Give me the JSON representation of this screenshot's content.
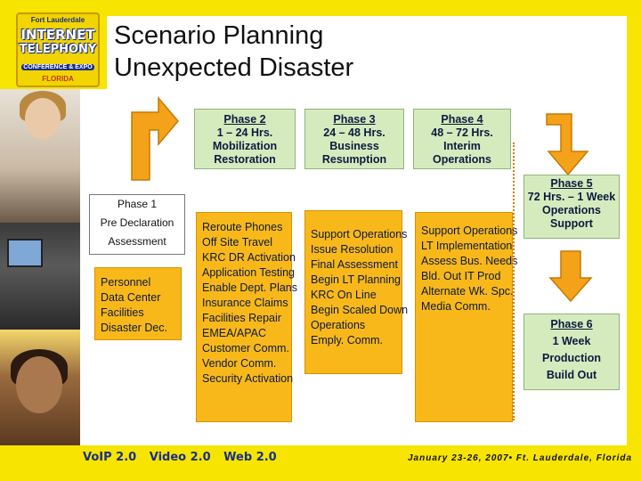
{
  "title": {
    "line1": "Scenario Planning",
    "line2": "Unexpected Disaster"
  },
  "logo": {
    "top_text": "Fort Lauderdale",
    "line1": "INTERNET",
    "line2": "TELEPHONY",
    "line3": "CONFERENCE & EXPO",
    "state": "FLORIDA"
  },
  "phase1": {
    "name": "Phase 1",
    "line2": "Pre Declaration",
    "line3": "Assessment"
  },
  "phases": [
    {
      "name": "Phase 2",
      "time": "1 – 24 Hrs.",
      "desc1": "Mobilization",
      "desc2": "Restoration"
    },
    {
      "name": "Phase 3",
      "time": "24 – 48 Hrs.",
      "desc1": "Business",
      "desc2": "Resumption"
    },
    {
      "name": "Phase 4",
      "time": "48 – 72 Hrs.",
      "desc1": "Interim",
      "desc2": "Operations"
    },
    {
      "name": "Phase 5",
      "time": "72 Hrs. – 1 Week",
      "desc1": "Operations",
      "desc2": "Support"
    },
    {
      "name": "Phase 6",
      "time": "1 Week",
      "desc1": "Production",
      "desc2": "Build Out"
    }
  ],
  "lists": {
    "phase1_tasks": [
      "Personnel",
      "Data Center",
      "Facilities",
      "Disaster Dec."
    ],
    "phase2_tasks": [
      "Reroute Phones",
      "Off Site Travel",
      "KRC DR Activation",
      "Application Testing",
      "Enable Dept. Plans",
      "Insurance Claims",
      "Facilities Repair",
      "EMEA/APAC",
      "Customer Comm.",
      "Vendor Comm.",
      "Security Activation"
    ],
    "phase3_tasks": [
      "Support Operations",
      "Issue Resolution",
      "Final Assessment",
      "Begin LT Planning",
      "KRC On Line",
      "Begin Scaled Down",
      "Operations",
      "Emply. Comm."
    ],
    "phase4_tasks": [
      "Support Operations",
      "LT Implementation",
      "Assess Bus. Needs",
      "Bld. Out IT Prod",
      "Alternate Wk. Spc.",
      "Media Comm."
    ]
  },
  "footer": {
    "tag1": "VoIP 2.0",
    "tag2": "Video 2.0",
    "tag3": "Web 2.0",
    "event": "January 23-26, 2007• Ft. Lauderdale, Florida"
  },
  "colors": {
    "background": "#f7e400",
    "green_box": "#d6ebbd",
    "gold_box": "#f8b81a",
    "arrow": "#f4a21a",
    "text_dark": "#0b1a40"
  }
}
